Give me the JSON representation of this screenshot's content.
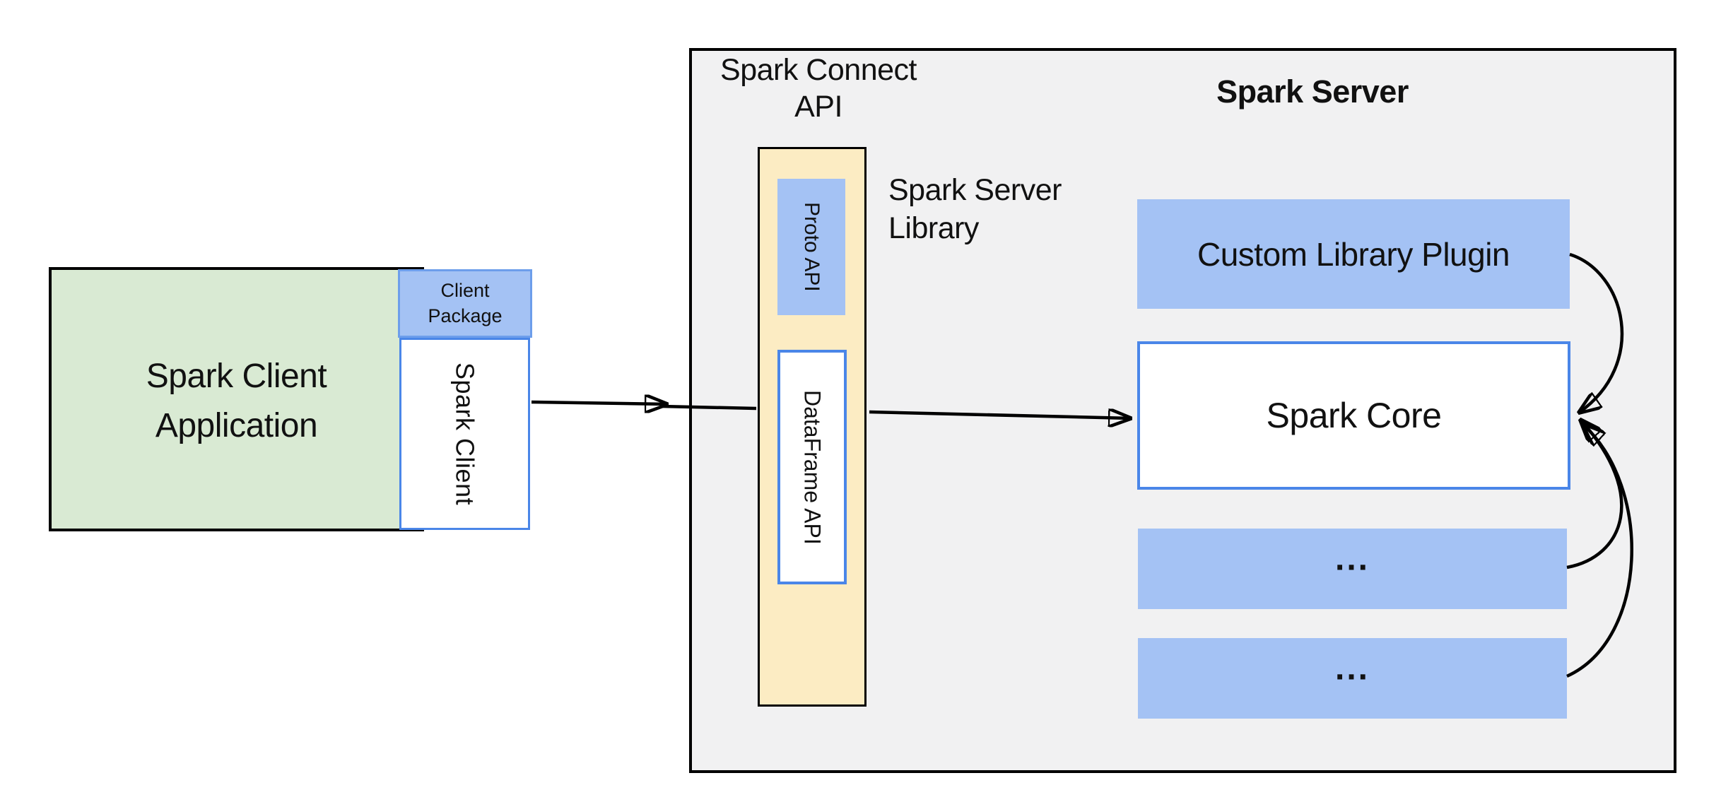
{
  "client": {
    "application_label": "Spark Client\nApplication",
    "package_label": "Client\nPackage",
    "spark_client_label": "Spark Client"
  },
  "connect_api": {
    "section_label": "Spark Connect\nAPI",
    "proto_api_label": "Proto API",
    "dataframe_api_label": "DataFrame API",
    "server_library_label": "Spark Server\nLibrary"
  },
  "server": {
    "title": "Spark Server",
    "custom_plugin_label": "Custom Library Plugin",
    "core_label": "Spark Core",
    "placeholder_1_label": "...",
    "placeholder_2_label": "..."
  },
  "colors": {
    "page_background": "#ffffff",
    "server_container_fill": "#f1f1f2",
    "client_app_fill": "#d9ead3",
    "accent_blue_fill": "#a4c2f4",
    "connect_column_fill": "#fcecc3",
    "blue_border": "#4a86e8",
    "package_border": "#6d9eeb",
    "outline_black": "#000000",
    "connector_line": "#000000",
    "text": "#111111"
  }
}
